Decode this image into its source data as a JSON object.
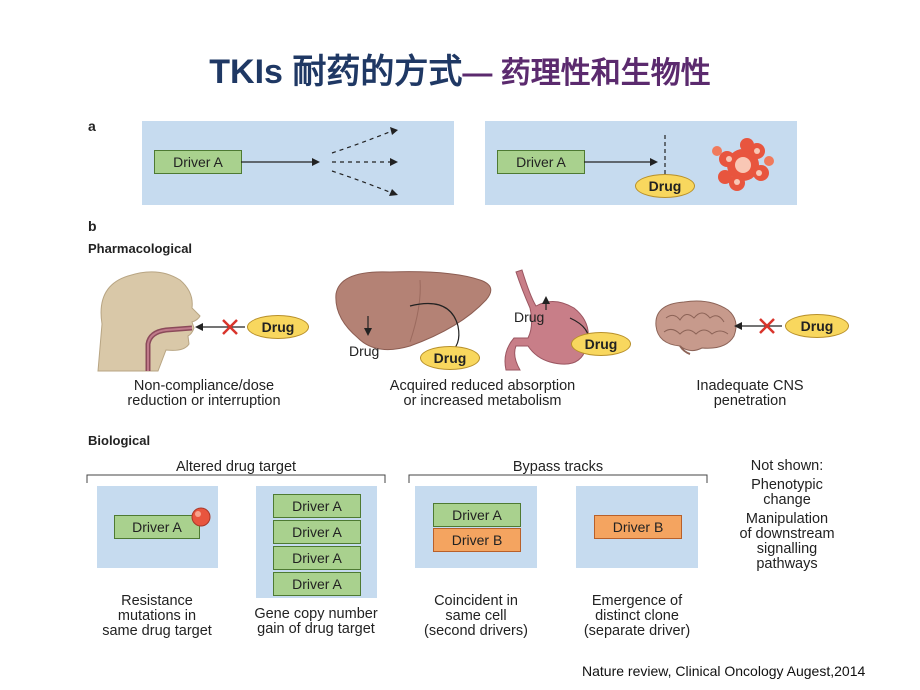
{
  "title": {
    "part1": "TKIs 耐药的方式",
    "part2": "— 药理性和生物性"
  },
  "section_a": {
    "letter": "a",
    "driver_left": "Driver A",
    "driver_right": "Driver A",
    "drug": "Drug"
  },
  "section_b": {
    "letter": "b",
    "pharmacological_label": "Pharmacological",
    "biological_label": "Biological"
  },
  "pharmacological": {
    "items": [
      {
        "drug": "Drug",
        "caption_line1": "Non-compliance/dose",
        "caption_line2": "reduction or interruption"
      },
      {
        "drug_liver_label": "Drug",
        "drug_liver_pill": "Drug",
        "drug_stomach_label": "Drug",
        "drug_stomach_pill": "Drug",
        "caption_line1": "Acquired reduced absorption",
        "caption_line2": "or increased metabolism"
      },
      {
        "drug": "Drug",
        "caption_line1": "Inadequate CNS",
        "caption_line2": "penetration"
      }
    ]
  },
  "biological": {
    "altered_header": "Altered drug target",
    "bypass_header": "Bypass tracks",
    "panel1": {
      "driver": "Driver A",
      "caption": [
        "Resistance",
        "mutations in",
        "same drug target"
      ]
    },
    "panel2": {
      "drivers": [
        "Driver A",
        "Driver A",
        "Driver A",
        "Driver A"
      ],
      "caption": [
        "Gene copy number",
        "gain of drug target"
      ]
    },
    "panel3": {
      "driver_a": "Driver A",
      "driver_b": "Driver B",
      "caption": [
        "Coincident in",
        "same cell",
        "(second drivers)"
      ]
    },
    "panel4": {
      "driver_b": "Driver B",
      "caption": [
        "Emergence of",
        "distinct clone",
        "(separate driver)"
      ]
    },
    "not_shown": [
      "Not shown:",
      "Phenotypic",
      "change",
      "Manipulation",
      "of downstream",
      "signalling",
      "pathways"
    ]
  },
  "citation": "Nature review, Clinical Oncology Augest,2014",
  "colors": {
    "title_blue": "#1f3864",
    "title_purple": "#5b2a6e",
    "panel_blue": "#c6dbef",
    "driver_green": "#a9d18e",
    "driver_orange": "#f4a460",
    "drug_yellow": "#f8d75e",
    "cross_red": "#d9342b"
  }
}
